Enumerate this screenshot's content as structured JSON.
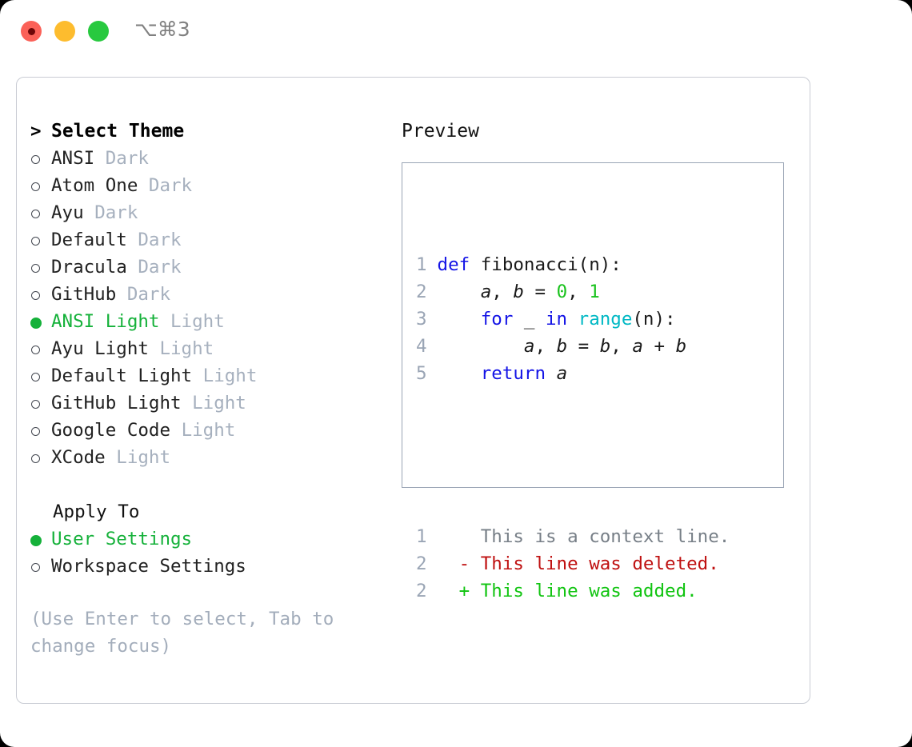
{
  "titlebar": {
    "dots": [
      "close-red",
      "minimize-yellow",
      "maximize-green"
    ],
    "shortcut": "⌥⌘3"
  },
  "colors": {
    "accent_green": "#15b13a",
    "badge_gray": "#a6b0be",
    "hint_gray": "#a3adbb",
    "border_window": "#c9ccd4",
    "border_preview": "#9aa5b5",
    "keyword_blue": "#1414e6",
    "function_cyan": "#00b8c4",
    "number_green": "#19c21d",
    "diff_delete_red": "#bf1010",
    "diff_add_green": "#11c411"
  },
  "theme_list": {
    "heading_marker": ">",
    "heading": "Select Theme",
    "items": [
      {
        "marker": "○",
        "selected": false,
        "name": "ANSI",
        "badge": "Dark"
      },
      {
        "marker": "○",
        "selected": false,
        "name": "Atom One",
        "badge": "Dark"
      },
      {
        "marker": "○",
        "selected": false,
        "name": "Ayu",
        "badge": "Dark"
      },
      {
        "marker": "○",
        "selected": false,
        "name": "Default",
        "badge": "Dark"
      },
      {
        "marker": "○",
        "selected": false,
        "name": "Dracula",
        "badge": "Dark"
      },
      {
        "marker": "○",
        "selected": false,
        "name": "GitHub",
        "badge": "Dark"
      },
      {
        "marker": "●",
        "selected": true,
        "name": "ANSI Light",
        "badge": "Light"
      },
      {
        "marker": "○",
        "selected": false,
        "name": "Ayu Light",
        "badge": "Light"
      },
      {
        "marker": "○",
        "selected": false,
        "name": "Default Light",
        "badge": "Light"
      },
      {
        "marker": "○",
        "selected": false,
        "name": "GitHub Light",
        "badge": "Light"
      },
      {
        "marker": "○",
        "selected": false,
        "name": "Google Code",
        "badge": "Light"
      },
      {
        "marker": "○",
        "selected": false,
        "name": "XCode",
        "badge": "Light"
      }
    ]
  },
  "apply_to": {
    "heading": "Apply To",
    "items": [
      {
        "marker": "●",
        "selected": true,
        "label": "User Settings"
      },
      {
        "marker": "○",
        "selected": false,
        "label": "Workspace Settings"
      }
    ]
  },
  "hint": "(Use Enter to select, Tab to change focus)",
  "preview": {
    "title": "Preview",
    "code_lines": [
      {
        "n": "1",
        "tokens": [
          {
            "t": "def ",
            "c": "kw"
          },
          {
            "t": "fibonacci(n):",
            "c": "plain"
          }
        ]
      },
      {
        "n": "2",
        "tokens": [
          {
            "t": "    ",
            "c": "plain"
          },
          {
            "t": "a",
            "c": "var"
          },
          {
            "t": ", ",
            "c": "plain"
          },
          {
            "t": "b",
            "c": "var"
          },
          {
            "t": " = ",
            "c": "plain"
          },
          {
            "t": "0",
            "c": "num"
          },
          {
            "t": ", ",
            "c": "plain"
          },
          {
            "t": "1",
            "c": "num"
          }
        ]
      },
      {
        "n": "3",
        "tokens": [
          {
            "t": "    ",
            "c": "plain"
          },
          {
            "t": "for",
            "c": "kw"
          },
          {
            "t": " _ ",
            "c": "plain"
          },
          {
            "t": "in",
            "c": "kw"
          },
          {
            "t": " ",
            "c": "plain"
          },
          {
            "t": "range",
            "c": "fn"
          },
          {
            "t": "(n):",
            "c": "plain"
          }
        ]
      },
      {
        "n": "4",
        "tokens": [
          {
            "t": "        ",
            "c": "plain"
          },
          {
            "t": "a",
            "c": "var"
          },
          {
            "t": ", ",
            "c": "plain"
          },
          {
            "t": "b",
            "c": "var"
          },
          {
            "t": " = ",
            "c": "plain"
          },
          {
            "t": "b",
            "c": "var"
          },
          {
            "t": ", ",
            "c": "plain"
          },
          {
            "t": "a",
            "c": "var"
          },
          {
            "t": " + ",
            "c": "plain"
          },
          {
            "t": "b",
            "c": "var"
          }
        ]
      },
      {
        "n": "5",
        "tokens": [
          {
            "t": "    ",
            "c": "plain"
          },
          {
            "t": "return",
            "c": "kw"
          },
          {
            "t": " ",
            "c": "plain"
          },
          {
            "t": "a",
            "c": "var"
          }
        ]
      }
    ],
    "diff_lines": [
      {
        "n": "1",
        "marker": " ",
        "text": "This is a context line.",
        "kind": "ctx"
      },
      {
        "n": "2",
        "marker": "-",
        "text": "This line was deleted.",
        "kind": "del"
      },
      {
        "n": "2",
        "marker": "+",
        "text": "This line was added.",
        "kind": "add"
      }
    ]
  }
}
